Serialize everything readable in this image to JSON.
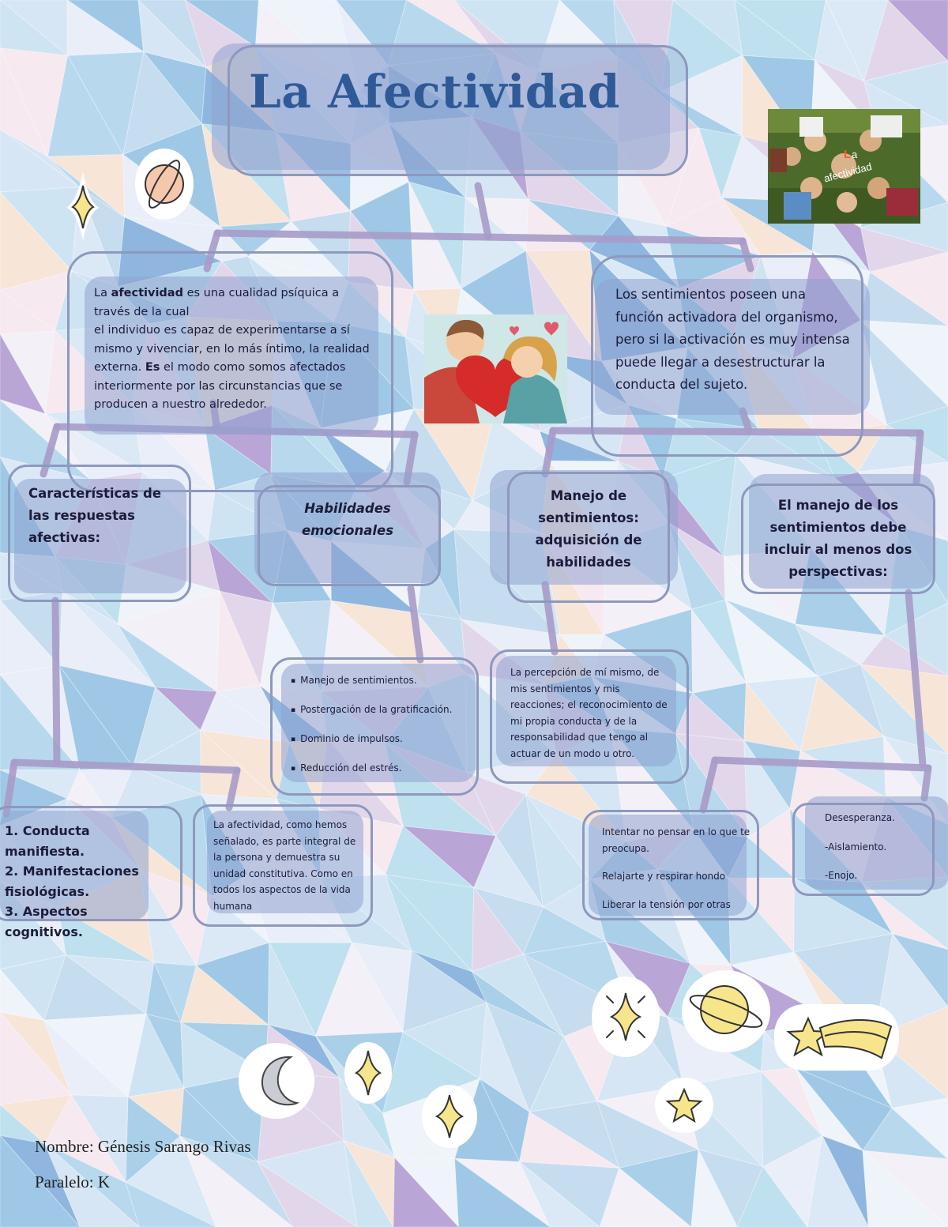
{
  "title": "La Afectividad",
  "photo_logo_text": {
    "letter": "L",
    "rest": "a",
    "word": "afectividad"
  },
  "definition": {
    "parts": [
      {
        "t": "La ",
        "b": false
      },
      {
        "t": "afectividad",
        "b": true
      },
      {
        "t": " es una cualidad psíquica a través de la cual",
        "b": false
      },
      {
        "t": "\n",
        "b": false
      },
      {
        "t": "el individuo es capaz de experimentarse a sí mismo y vivenciar, en lo más íntimo, la realidad externa. ",
        "b": false
      },
      {
        "t": "Es",
        "b": true
      },
      {
        "t": " el modo como somos afectados interiormente por las circunstancias que se producen a nuestro alrededor.",
        "b": false
      }
    ]
  },
  "sentimientos_text": "Los sentimientos poseen una función activadora del organismo, pero si la activación es muy intensa puede llegar a desestructurar la conducta del sujeto.",
  "caracteristicas_head": "Características de las respuestas afectivas:",
  "habilidades_head": "Habilidades emocionales",
  "manejo_head": "Manejo de sentimientos: adquisición de habilidades",
  "perspectivas_head": "El manejo de los sentimientos debe incluir al menos dos perspectivas:",
  "aspectos_list": [
    "1. Conducta manifiesta.",
    "2. Manifestaciones fisiológicas.",
    "3. Aspectos cognitivos."
  ],
  "integral_text": "La afectividad, como hemos señalado, es parte integral de la persona y demuestra su unidad constitutiva. Como en todos los aspectos de la vida humana",
  "habilidades_list": [
    "Manejo de sentimientos.",
    "Postergación de la gratificación.",
    "Dominio de impulsos.",
    "Reducción del estrés."
  ],
  "percepcion_text": "La percepción de mí mismo, de mis sentimientos y mis reacciones; el reconocimiento de mi propia conducta y de la responsabilidad que tengo al actuar de un modo u otro.",
  "tecnicas": [
    "Intentar no pensar en lo que te preocupa.",
    "Relajarte y respirar hondo",
    "Liberar la tensión por otras"
  ],
  "emociones": [
    "Desesperanza.",
    "-Aislamiento.",
    "-Enojo."
  ],
  "footer": {
    "nombre": "Nombre: Génesis Sarango Rivas",
    "paralelo": "Paralelo: K"
  },
  "colors": {
    "title": "#2f5a97",
    "box_fill": "#96a8d4",
    "box_border": "#8e98bd",
    "connector": "#a79bc8"
  },
  "icons": [
    "sparkle-icon",
    "planet-icon",
    "moon-icon",
    "star-icon",
    "shooting-star-icon"
  ]
}
